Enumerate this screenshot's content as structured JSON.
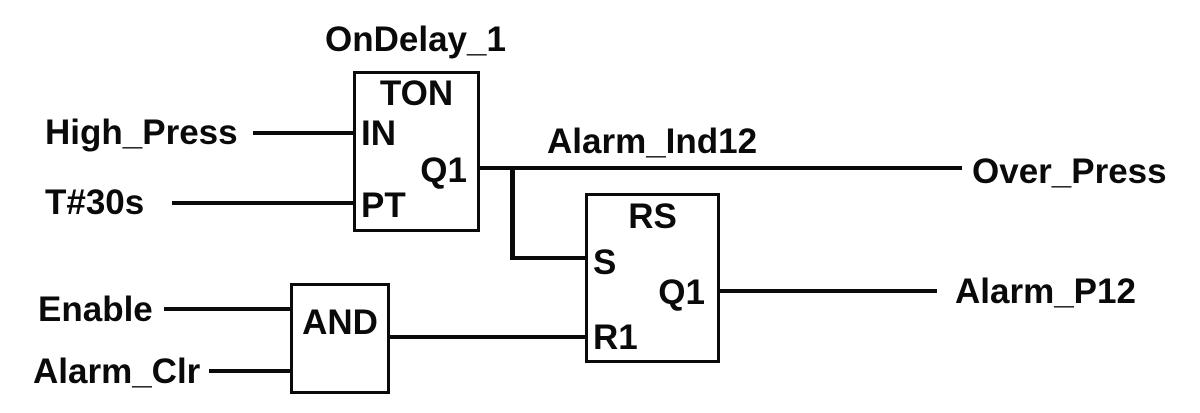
{
  "diagram": {
    "type": "plc-function-block-diagram",
    "colors": {
      "line": "#0a0a0a",
      "background": "#ffffff",
      "text": "#0a0a0a"
    },
    "blocks": {
      "ton": {
        "instance_name": "OnDelay_1",
        "type": "TON",
        "pin_in": "IN",
        "pin_pt": "PT",
        "pin_q1": "Q1"
      },
      "rs": {
        "type": "RS",
        "pin_s": "S",
        "pin_r1": "R1",
        "pin_q1": "Q1"
      },
      "and_gate": {
        "type": "AND"
      }
    },
    "signals": {
      "high_press": "High_Press",
      "preset_time": "T#30s",
      "enable": "Enable",
      "alarm_clr": "Alarm_Clr",
      "alarm_ind": "Alarm_Ind12",
      "over_press": "Over_Press",
      "alarm_p12": "Alarm_P12"
    }
  }
}
